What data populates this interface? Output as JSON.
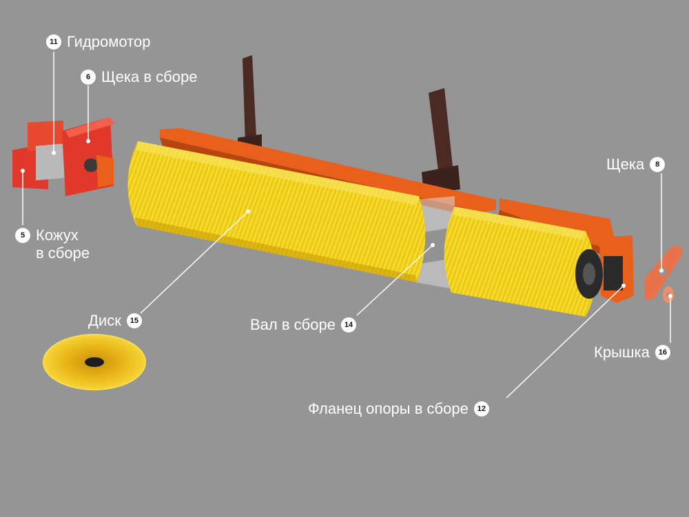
{
  "parts": {
    "p11": {
      "num": "11",
      "name": "Гидромотор"
    },
    "p6": {
      "num": "6",
      "name": "Щека в сборе"
    },
    "p5": {
      "num": "5",
      "line1": "Кожух",
      "line2": "в сборе"
    },
    "p8": {
      "num": "8",
      "name": "Щека"
    },
    "p15": {
      "num": "15",
      "name": "Диск"
    },
    "p14": {
      "num": "14",
      "name": "Вал в сборе"
    },
    "p16": {
      "num": "16",
      "name": "Крышка"
    },
    "p12": {
      "num": "12",
      "name": "Фланец опоры в сборе"
    }
  },
  "colors": {
    "background": "#959595",
    "bristle": "#f2d21a",
    "frame": "#e8601c",
    "housing": "#e0392b",
    "label": "#ffffff"
  }
}
